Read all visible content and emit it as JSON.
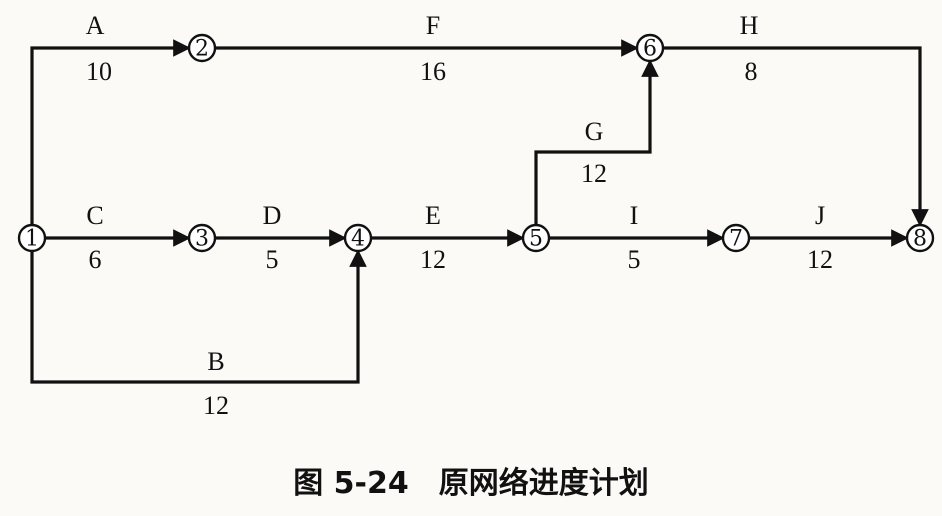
{
  "caption": "图 5-24　原网络进度计划",
  "nodes": [
    {
      "id": "1",
      "label": "1"
    },
    {
      "id": "2",
      "label": "2"
    },
    {
      "id": "3",
      "label": "3"
    },
    {
      "id": "4",
      "label": "4"
    },
    {
      "id": "5",
      "label": "5"
    },
    {
      "id": "6",
      "label": "6"
    },
    {
      "id": "7",
      "label": "7"
    },
    {
      "id": "8",
      "label": "8"
    }
  ],
  "activities": [
    {
      "name": "A",
      "duration": "10",
      "from": "1",
      "to": "2"
    },
    {
      "name": "F",
      "duration": "16",
      "from": "2",
      "to": "6"
    },
    {
      "name": "H",
      "duration": "8",
      "from": "6",
      "to": "8"
    },
    {
      "name": "C",
      "duration": "6",
      "from": "1",
      "to": "3"
    },
    {
      "name": "D",
      "duration": "5",
      "from": "3",
      "to": "4"
    },
    {
      "name": "E",
      "duration": "12",
      "from": "4",
      "to": "5"
    },
    {
      "name": "I",
      "duration": "5",
      "from": "5",
      "to": "7"
    },
    {
      "name": "J",
      "duration": "12",
      "from": "7",
      "to": "8"
    },
    {
      "name": "G",
      "duration": "12",
      "from": "5",
      "to": "6"
    },
    {
      "name": "B",
      "duration": "12",
      "from": "1",
      "to": "4"
    }
  ],
  "colors": {
    "ink": "#111111",
    "paper": "#fbfaf7"
  }
}
